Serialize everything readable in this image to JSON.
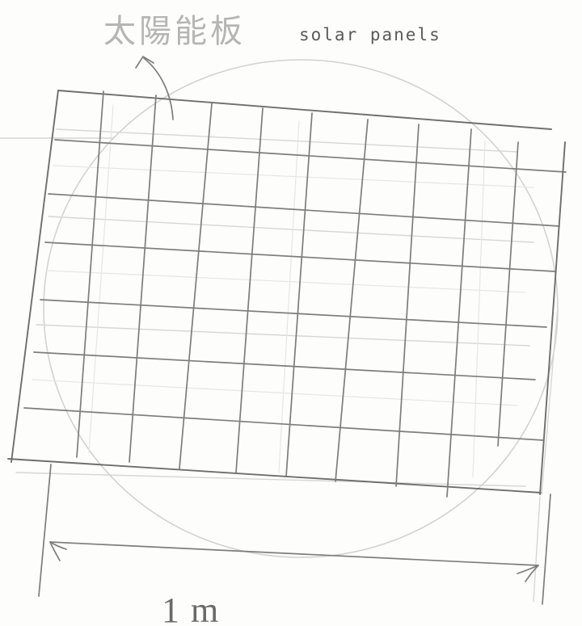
{
  "labels": {
    "chinese_title": "太陽能板",
    "english_title": "solar panels",
    "dimension": "1m"
  },
  "colors": {
    "pencil": "#7d7d7d",
    "faint_sketch": "#d2d2d2",
    "chinese_title": "#b5b5b5",
    "paper": "#fdfdfc"
  }
}
